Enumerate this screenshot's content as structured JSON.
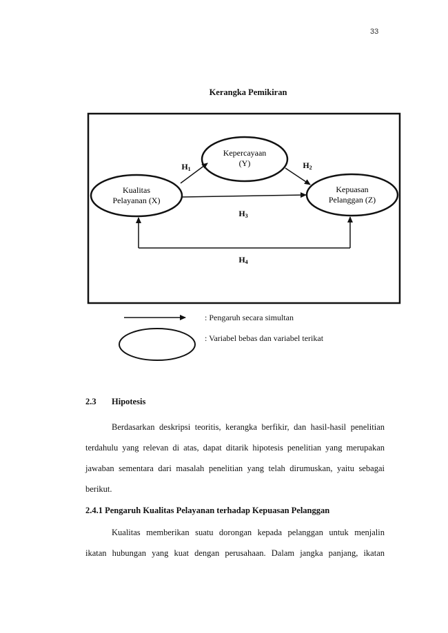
{
  "page_number": "33",
  "figure": {
    "title": "Kerangka Pemikiran",
    "nodes": {
      "x": {
        "line1": "Kualitas",
        "line2": "Pelayanan (X)"
      },
      "y": {
        "line1": "Kepercayaan",
        "line2": "(Y)"
      },
      "z": {
        "line1": "Kepuasan",
        "line2": "Pelanggan (Z)"
      }
    },
    "hypotheses": {
      "h1": {
        "base": "H",
        "sub": "1"
      },
      "h2": {
        "base": "H",
        "sub": "2"
      },
      "h3": {
        "base": "H",
        "sub": "3"
      },
      "h4": {
        "base": "H",
        "sub": "4"
      }
    }
  },
  "legend": {
    "arrow_text": ": Pengaruh secara simultan",
    "ellipse_text": ": Variabel bebas dan variabel terikat"
  },
  "section": {
    "number": "2.3",
    "title": "Hipotesis",
    "paragraph_lines": [
      "Berdasarkan deskripsi teoritis, kerangka berfikir, dan hasil-hasil penelitian",
      "terdahulu yang relevan di atas, dapat ditarik hipotesis penelitian yang merupakan",
      "jawaban sementara dari masalah penelitian yang telah dirumuskan, yaitu sebagai",
      "berikut."
    ]
  },
  "subsection": {
    "title": "2.4.1 Pengaruh Kualitas Pelayanan terhadap Kepuasan Pelanggan",
    "paragraph_lines": [
      "Kualitas memberikan suatu dorongan kepada pelanggan untuk menjalin",
      "ikatan hubungan yang kuat dengan perusahaan. Dalam jangka panjang, ikatan"
    ]
  }
}
